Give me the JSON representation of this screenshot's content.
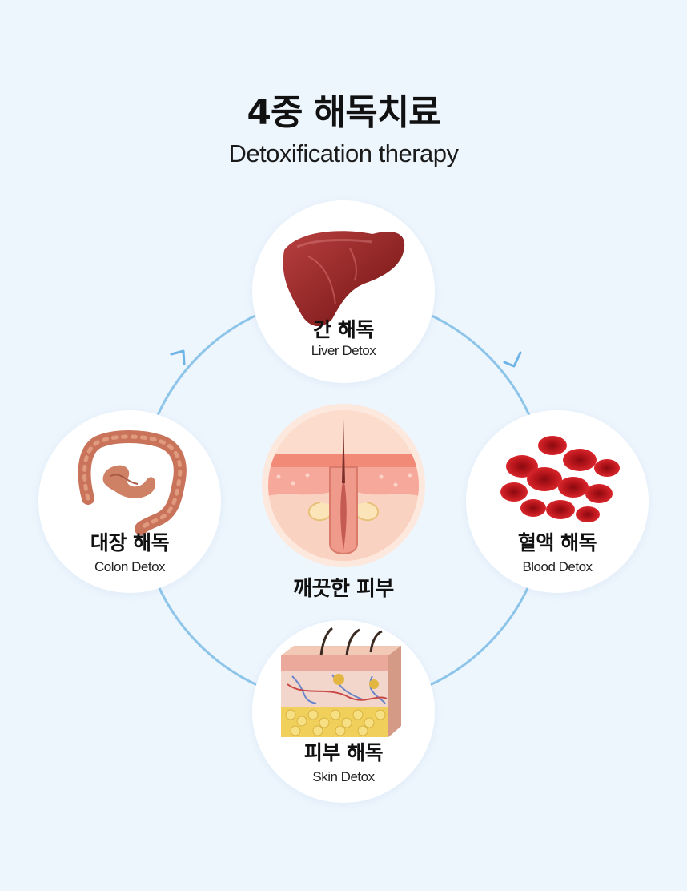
{
  "header": {
    "title": "4중 해독치료",
    "subtitle": "Detoxification therapy"
  },
  "nodes": {
    "liver": {
      "ko": "간 해독",
      "en": "Liver Detox"
    },
    "blood": {
      "ko": "혈액 해독",
      "en": "Blood Detox"
    },
    "skin": {
      "ko": "피부 해독",
      "en": "Skin Detox"
    },
    "colon": {
      "ko": "대장 해독",
      "en": "Colon Detox"
    }
  },
  "center": {
    "label": "깨끗한 피부"
  },
  "colors": {
    "ring": "#8cc4ea",
    "background": "#edf5fd",
    "liver": "#8e2424",
    "blood": "#c0141c",
    "colon": "#c9745a",
    "skin_fat": "#f0cf5a"
  }
}
